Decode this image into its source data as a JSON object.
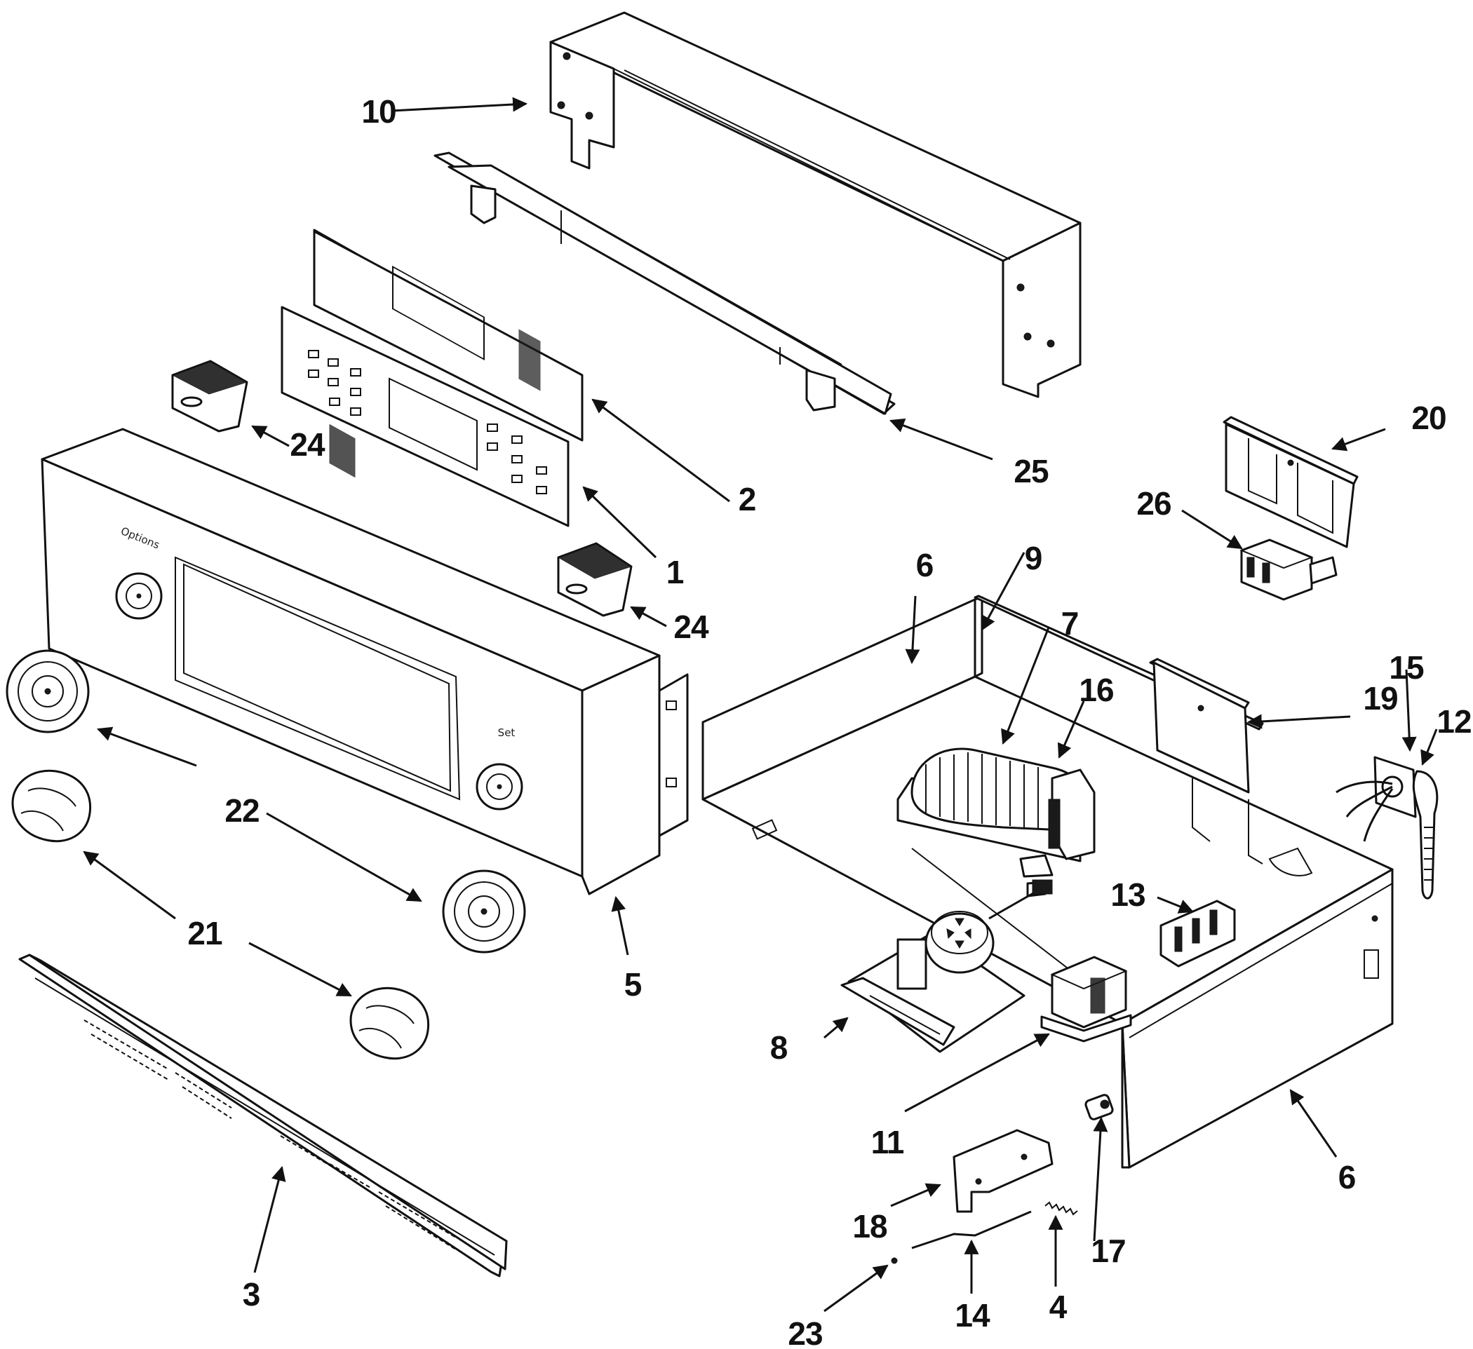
{
  "diagram": {
    "callouts": [
      "1",
      "2",
      "3",
      "4",
      "5",
      "6",
      "6",
      "7",
      "8",
      "9",
      "10",
      "11",
      "12",
      "13",
      "14",
      "15",
      "16",
      "17",
      "18",
      "19",
      "20",
      "21",
      "22",
      "23",
      "24",
      "24",
      "25",
      "26"
    ],
    "panel_labels": {
      "options": "Options",
      "set": "Set"
    },
    "colors": {
      "line": "#111111",
      "background": "#ffffff"
    }
  }
}
